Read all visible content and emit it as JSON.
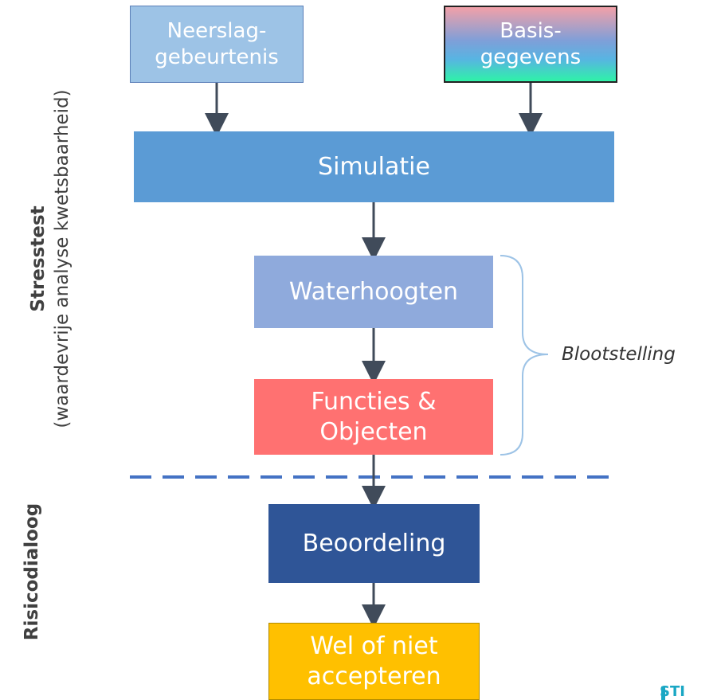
{
  "boxes": {
    "neerslag": "Neerslag-\ngebeurtenis",
    "basis": "Basis-\ngegevens",
    "simulatie": "Simulatie",
    "waterhoogten": "Waterhoogten",
    "functies": "Functies &\nObjecten",
    "beoordeling": "Beoordeling",
    "wel_of_niet": "Wel of niet\naccepteren"
  },
  "side_labels": {
    "stresstest_title": "Stresstest",
    "stresstest_sub": "(waardevrije analyse kwetsbaarheid)",
    "risicodialoog": "Risicodialoog"
  },
  "bracket_label": "Blootstelling",
  "logo_fragment": "STI",
  "colors": {
    "neerslag": "#9dc3e6",
    "simulatie": "#5b9bd5",
    "waterhoogten": "#8faadc",
    "functies": "#ff7171",
    "beoordeling": "#2f5597",
    "wel_of_niet": "#ffc000",
    "divider": "#4472c4",
    "arrow": "#404b5a"
  }
}
